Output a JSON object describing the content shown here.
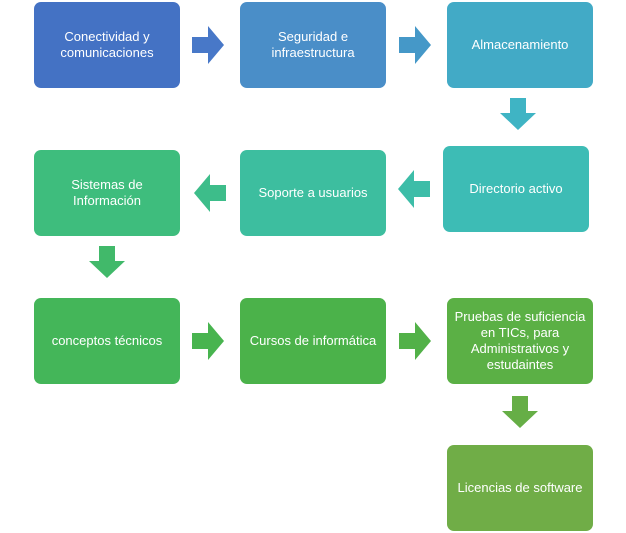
{
  "nodes": [
    {
      "id": "n1",
      "label": "Conectividad y comunicaciones",
      "color": "#4472c4"
    },
    {
      "id": "n2",
      "label": "Seguridad e infraestructura",
      "color": "#4a8ec8"
    },
    {
      "id": "n3",
      "label": "Almacenamiento",
      "color": "#42aac6"
    },
    {
      "id": "n4",
      "label": "Directorio activo",
      "color": "#3dbcb5"
    },
    {
      "id": "n5",
      "label": "Soporte a usuarios",
      "color": "#3dbe9f"
    },
    {
      "id": "n6",
      "label": "Sistemas de Información",
      "color": "#3ebd7d"
    },
    {
      "id": "n7",
      "label": "conceptos técnicos",
      "color": "#44b659"
    },
    {
      "id": "n8",
      "label": "Cursos de informática",
      "color": "#4bb24a"
    },
    {
      "id": "n9",
      "label": "Pruebas de suficiencia en TICs,  para Administrativos y estudaintes",
      "color": "#5bb045"
    },
    {
      "id": "n10",
      "label": "Licencias de software",
      "color": "#70ad47"
    }
  ],
  "edges": [
    {
      "from": "n1",
      "to": "n2",
      "color": "#4878c8"
    },
    {
      "from": "n2",
      "to": "n3",
      "color": "#4598c8"
    },
    {
      "from": "n3",
      "to": "n4",
      "color": "#3fb4c4"
    },
    {
      "from": "n4",
      "to": "n5",
      "color": "#3dbda8"
    },
    {
      "from": "n5",
      "to": "n6",
      "color": "#3dbd8a"
    },
    {
      "from": "n6",
      "to": "n7",
      "color": "#41b96a"
    },
    {
      "from": "n7",
      "to": "n8",
      "color": "#48b44f"
    },
    {
      "from": "n8",
      "to": "n9",
      "color": "#52b148"
    },
    {
      "from": "n9",
      "to": "n10",
      "color": "#66ae46"
    }
  ]
}
